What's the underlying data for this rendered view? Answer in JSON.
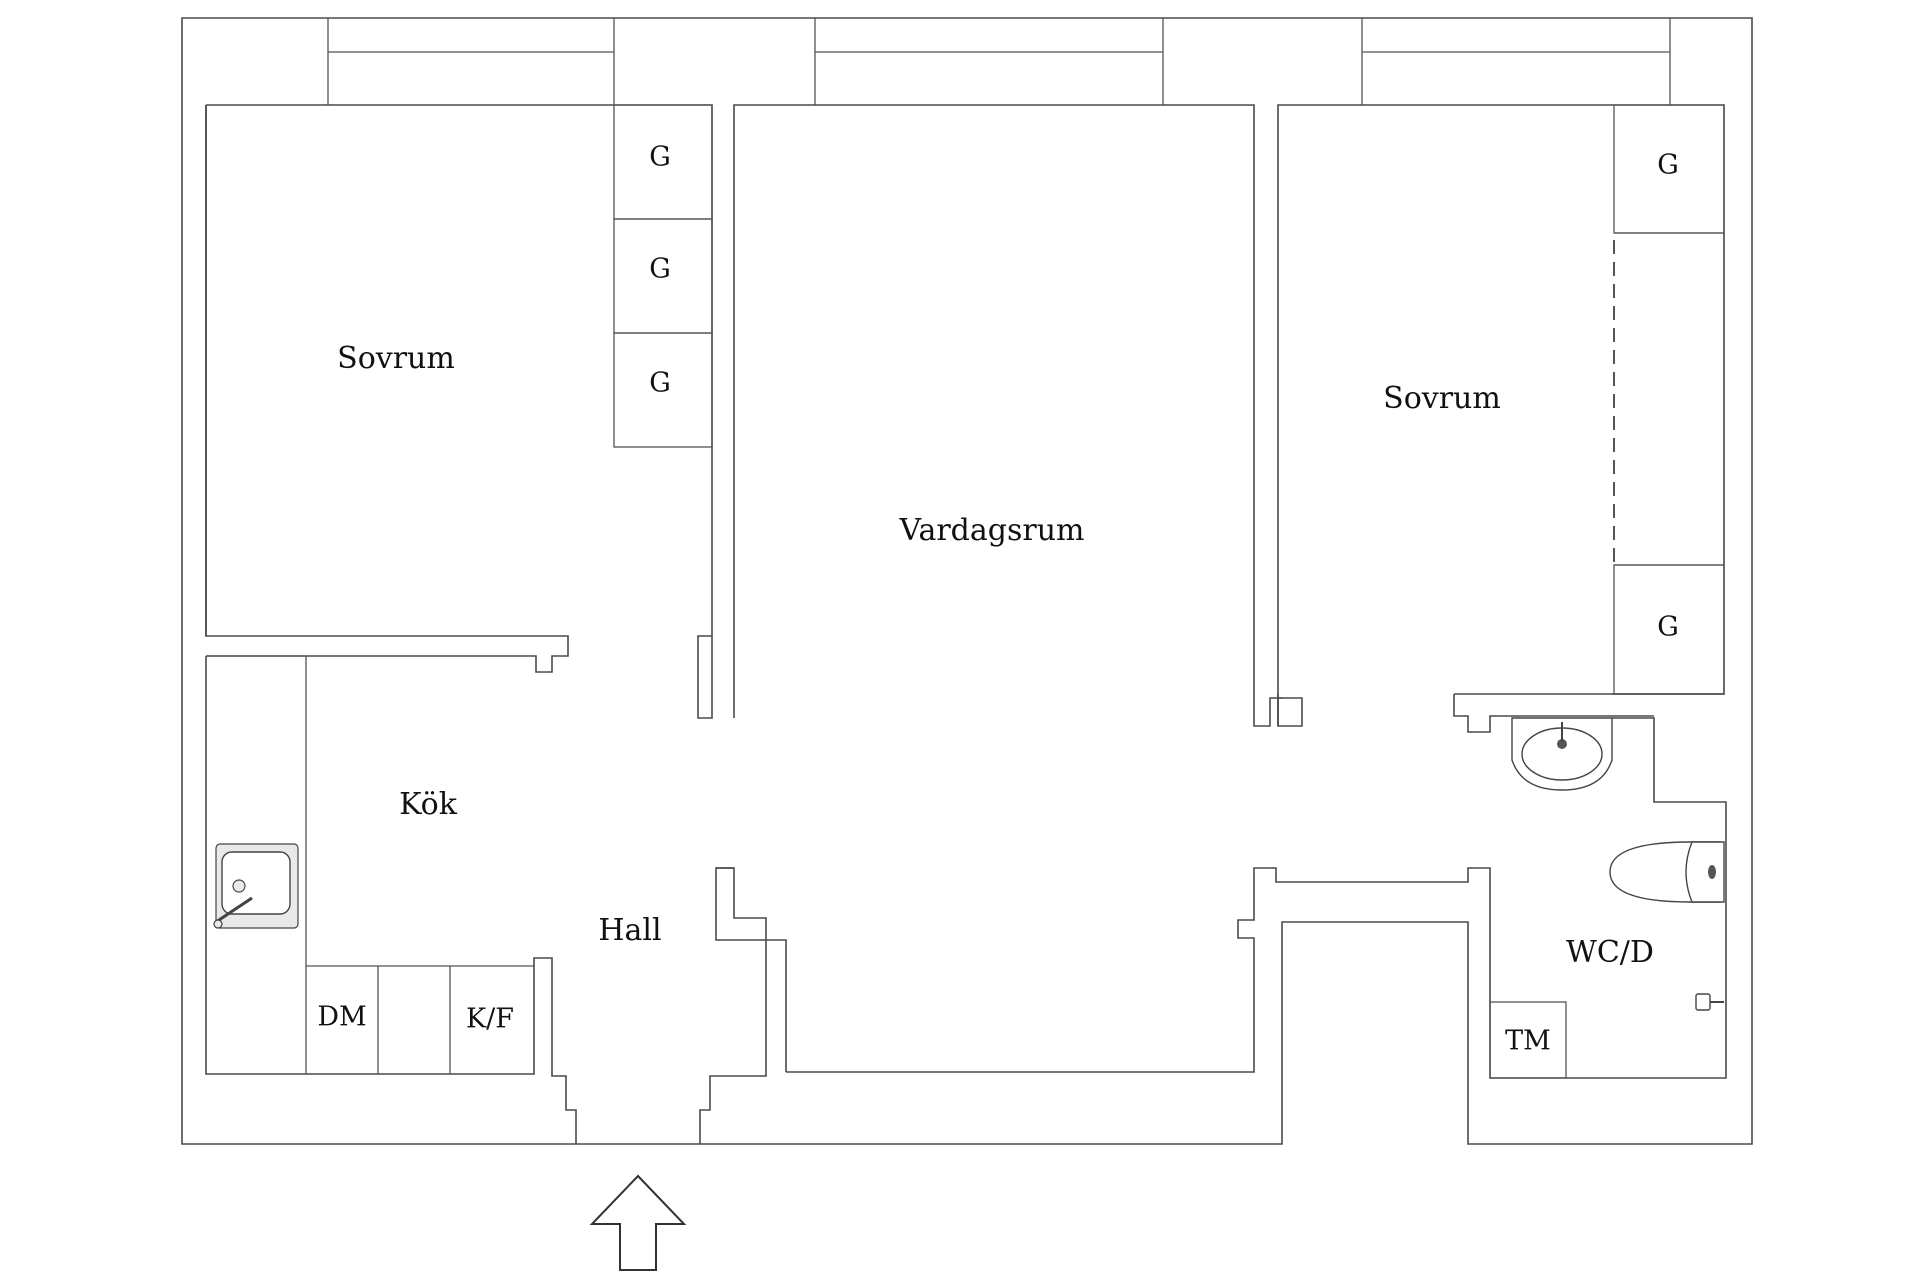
{
  "rooms": {
    "bedroom_left": "Sovrum",
    "living_room": "Vardagsrum",
    "bedroom_right": "Sovrum",
    "kitchen": "Kök",
    "hall": "Hall",
    "wc": "WC/D"
  },
  "storage": {
    "wardrobe_label": "G",
    "dishwasher": "DM",
    "fridge_freezer": "K/F",
    "washing_machine": "TM"
  }
}
